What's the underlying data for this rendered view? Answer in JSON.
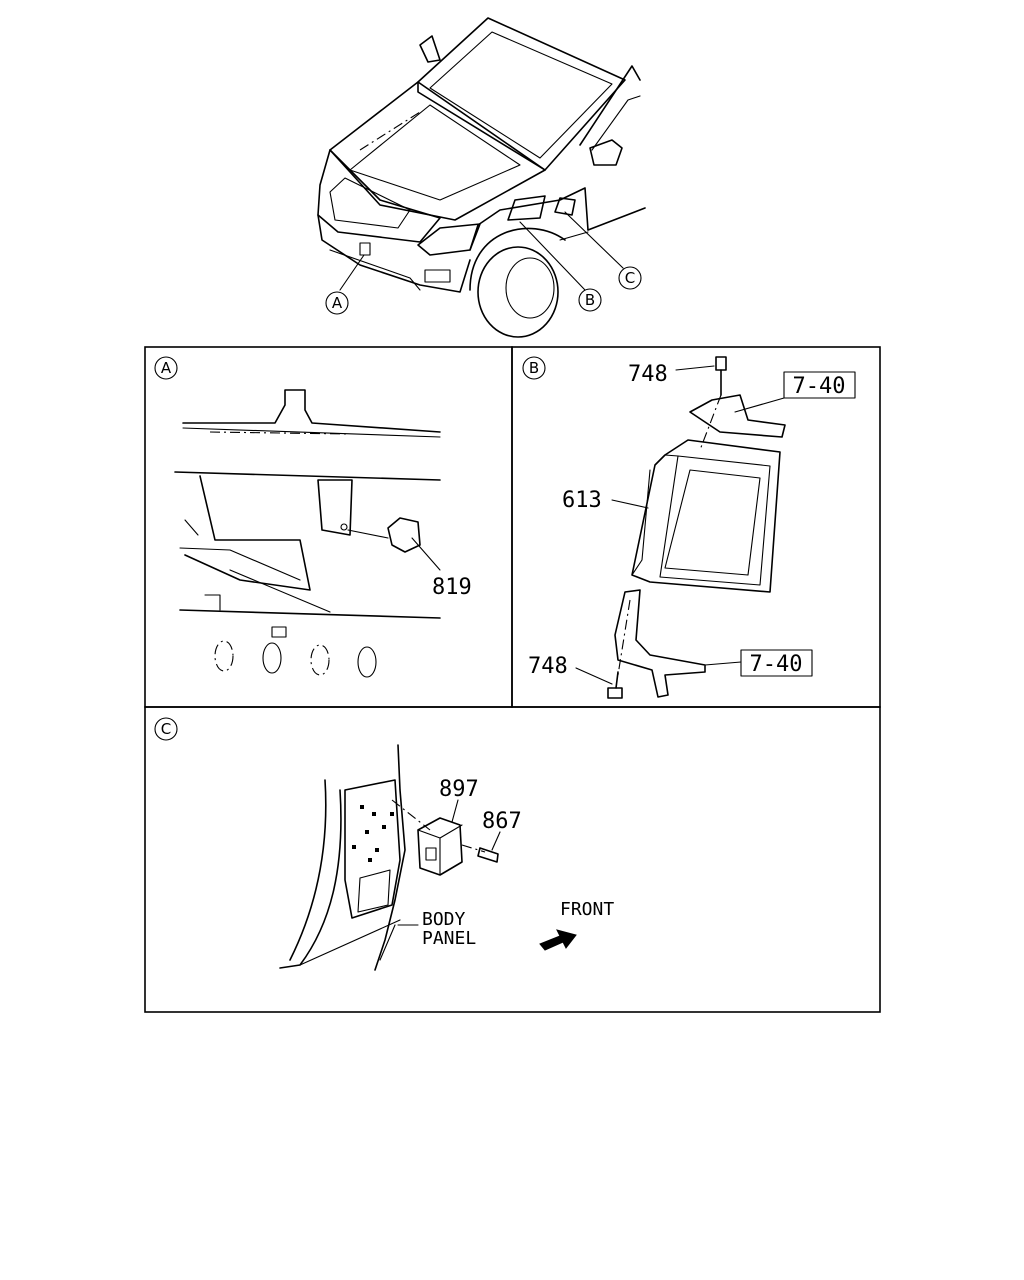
{
  "callouts": {
    "overview": [
      "A",
      "B",
      "C"
    ],
    "panel_a": "A",
    "panel_b": "B",
    "panel_c": "C"
  },
  "parts": {
    "sensor_a": "819",
    "bolt_top": "748",
    "bolt_bottom": "748",
    "ecu": "613",
    "ref_top": "7-40",
    "ref_bottom": "7-40",
    "module_c": "897",
    "bolt_c": "867"
  },
  "text": {
    "body_panel_line1": "BODY",
    "body_panel_line2": "PANEL",
    "front": "FRONT"
  }
}
